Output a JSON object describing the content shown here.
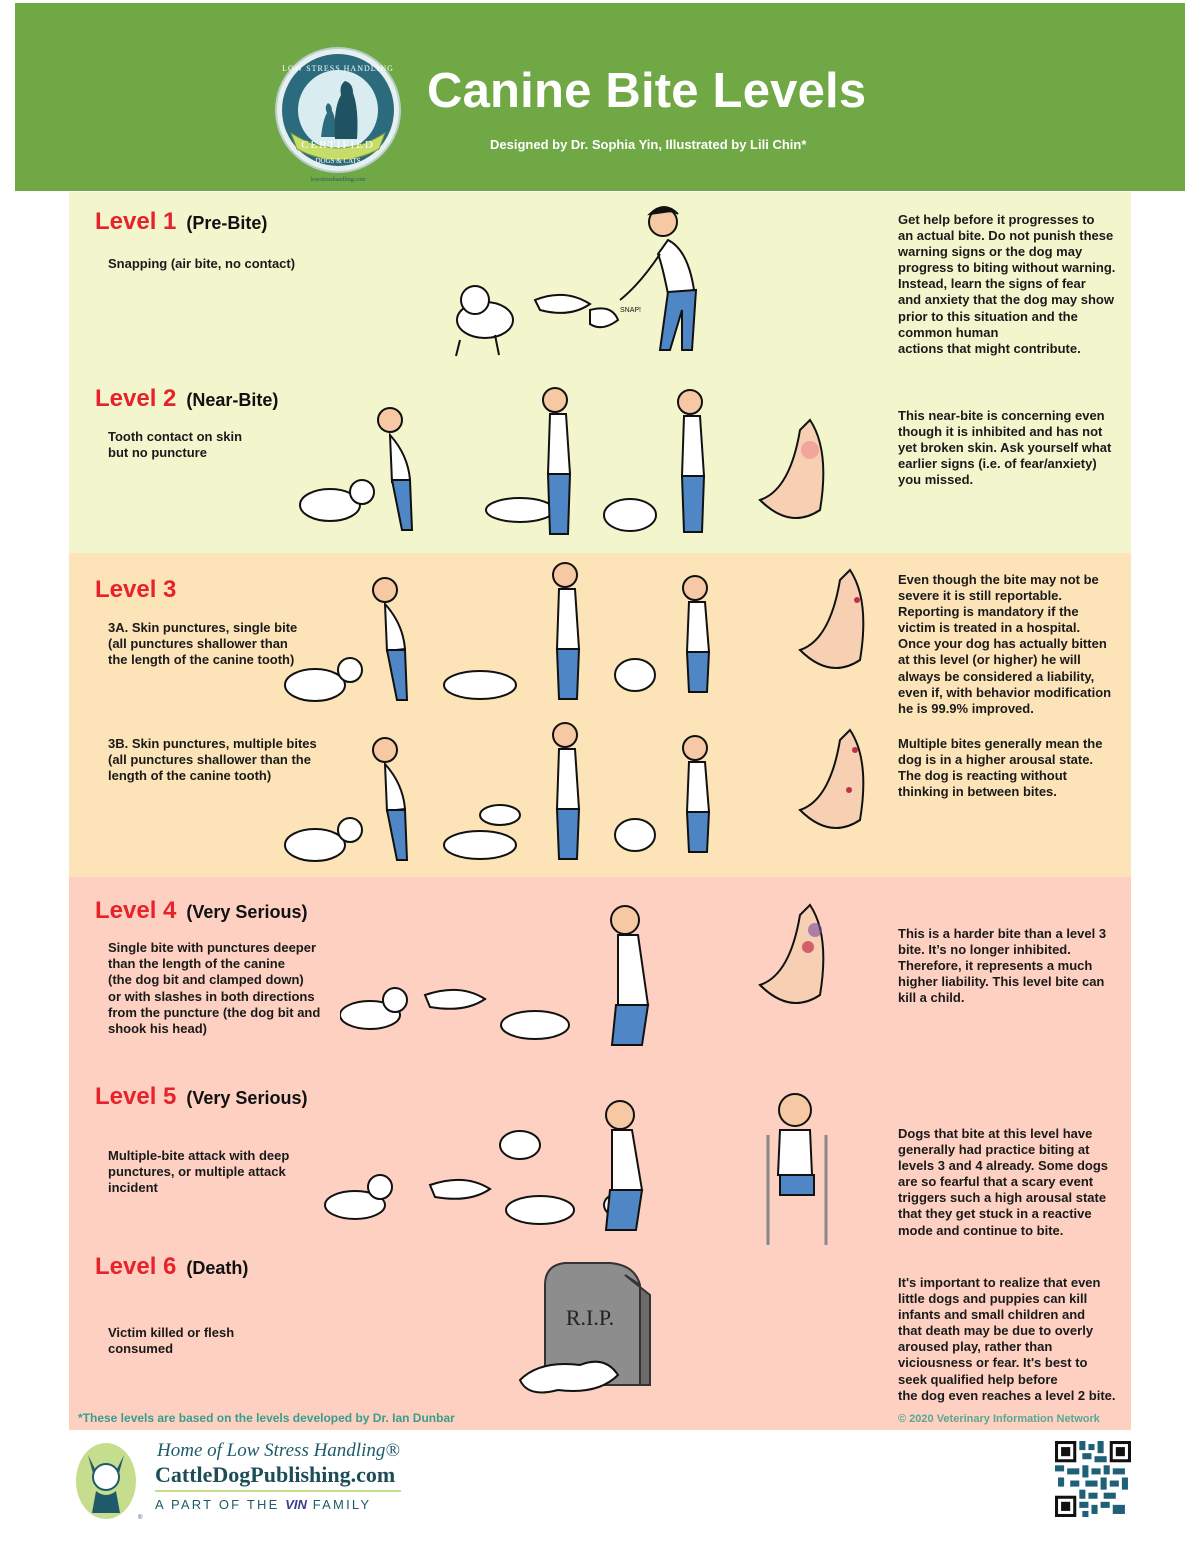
{
  "header": {
    "title": "Canine Bite Levels",
    "subtitle": "Designed by Dr. Sophia Yin, Illustrated by Lili Chin*",
    "badge": {
      "top_text": "LOW STRESS HANDLING",
      "ribbon": "CERTIFIED",
      "bottom_text": "DOGS & CATS",
      "url": "lowstresshandling.com",
      "registered": "®"
    },
    "background_color": "#6fa845"
  },
  "levels": [
    {
      "number": "Level 1",
      "subtitle": "(Pre-Bite)",
      "description": "Snapping (air bite, no contact)",
      "note": "Get help before it progresses to\nan actual bite. Do not punish these\nwarning signs or the dog may\nprogress to biting without warning.\nInstead, learn the signs of fear\nand anxiety that the dog may show\nprior to this situation and the\ncommon human\nactions that might contribute.",
      "illustration": "dog-snapping-at-man",
      "snap_label": "SNAP!"
    },
    {
      "number": "Level 2",
      "subtitle": "(Near-Bite)",
      "description": "Tooth contact on skin\nbut no puncture",
      "note": "This near-bite is concerning even\nthough it is inhibited and has not\nyet broken skin. Ask yourself what\nearlier signs (i.e. of fear/anxiety)\nyou missed.",
      "illustration": "dog-nipping-leg-red-mark"
    },
    {
      "number": "Level 3",
      "subtitle": "",
      "items": [
        {
          "description": "3A. Skin punctures, single bite\n(all punctures shallower than\nthe length of the canine tooth)",
          "note": "Even though the bite may not be\nsevere it is still reportable.\nReporting is mandatory if the\nvictim is treated in a hospital.\nOnce your dog has actually bitten\nat this level  (or higher) he will\nalways be  considered a liability,\neven if, with behavior modification\nhe is 99.9% improved."
        },
        {
          "description": "3B. Skin punctures, multiple bites\n(all punctures shallower than the\nlength of the canine tooth)",
          "note": "Multiple bites generally mean the\ndog is in a higher arousal state.\nThe dog is reacting without\nthinking in between bites."
        }
      ]
    },
    {
      "number": "Level 4",
      "subtitle": "(Very Serious)",
      "description": "Single bite with punctures deeper\nthan the length of the canine\n(the dog bit and clamped down)\n or with slashes in both directions\nfrom the puncture (the dog bit and\nshook his head)",
      "note": "This is a harder bite than a level 3\nbite. It’s no longer inhibited.\nTherefore, it represents a much\nhigher liability. This level bite can\nkill a child."
    },
    {
      "number": "Level 5",
      "subtitle": "(Very Serious)",
      "description": "Multiple-bite attack with deep\npunctures, or multiple attack\nincident",
      "note": "Dogs that bite at this level have\ngenerally had practice biting at\nlevels 3 and 4 already.  Some dogs\nare so fearful that a scary event\ntriggers such a high arousal state\nthat they get stuck in a reactive\nmode and continue to bite."
    },
    {
      "number": "Level 6",
      "subtitle": "(Death)",
      "description": "Victim killed or flesh\nconsumed",
      "note": "It's important to realize that even\nlittle dogs and puppies can kill\ninfants and small children and\nthat death may be due to overly\naroused play, rather than\nviciousness or fear. It's best to\nseek qualified help before\nthe dog even reaches a level 2 bite.",
      "tombstone_text": "R.I.P."
    }
  ],
  "footer": {
    "footnote": "*These levels are based on the levels developed by Dr. Ian Dunbar",
    "copyright": "© 2020 Veterinary Information Network",
    "publisher_line1": "Home of Low Stress Handling®",
    "publisher_line2": "CattleDogPublishing.com",
    "publisher_line3_pre": "A PART OF THE ",
    "publisher_line3_brand": "VIN",
    "publisher_line3_post": " FAMILY"
  },
  "colors": {
    "level_red": "#e8222a",
    "band_green": "#f3f6cd",
    "band_tan": "#fde4b8",
    "band_pink": "#fdd0c2",
    "footnote_teal": "#3a9e8c"
  }
}
